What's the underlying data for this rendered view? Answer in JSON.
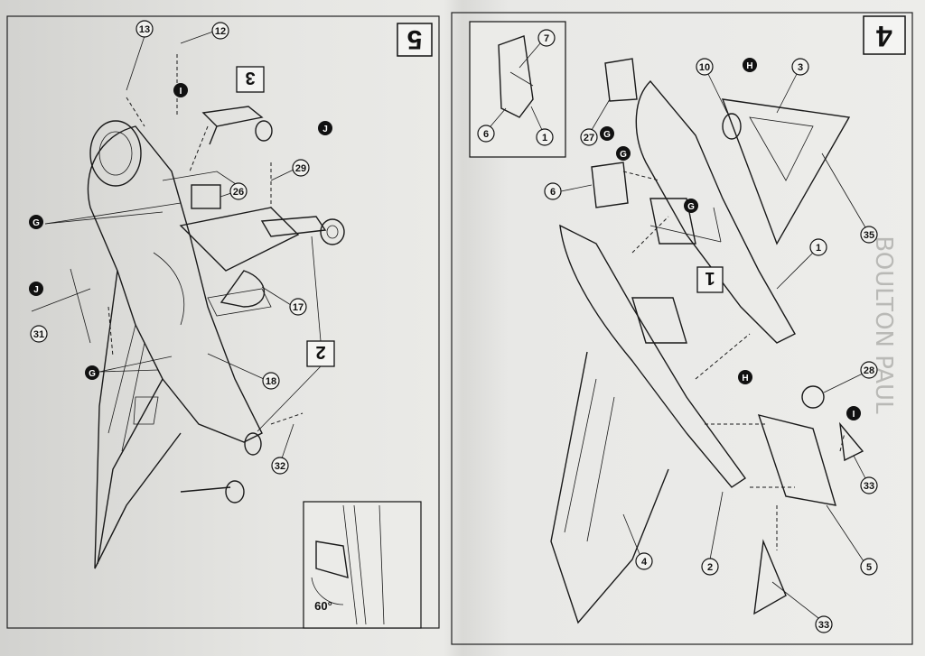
{
  "panels": {
    "left": {
      "step": "5"
    },
    "right": {
      "step": "4"
    }
  },
  "left_callouts": [
    "13",
    "12",
    "29",
    "26",
    "17",
    "18",
    "31",
    "32"
  ],
  "left_letters": [
    "I",
    "J",
    "G",
    "J",
    "G"
  ],
  "left_boxes": [
    "3",
    "2"
  ],
  "left_inset": {
    "angle": "60°"
  },
  "right_callouts": [
    "7",
    "6",
    "1",
    "10",
    "3",
    "27",
    "6",
    "35",
    "1",
    "28",
    "33",
    "5",
    "33",
    "4",
    "2"
  ],
  "right_letters": [
    "H",
    "G",
    "G",
    "G",
    "H",
    "I"
  ],
  "right_boxes": [
    "1"
  ],
  "bleed_through": {
    "text": "BOULTON PAUL"
  }
}
